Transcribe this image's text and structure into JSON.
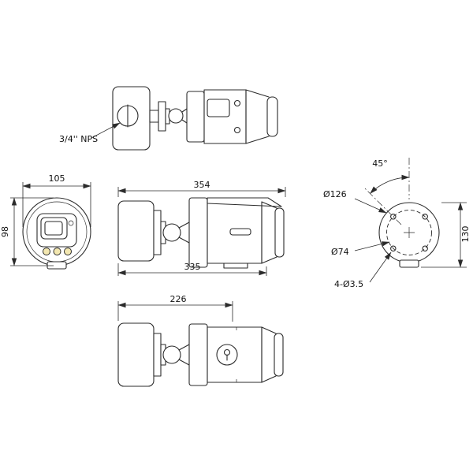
{
  "colors": {
    "line": "#2b2b2b",
    "background": "#ffffff",
    "led_fill": "#f3e7b0"
  },
  "top_view": {
    "thread_label": "3/4'' NPS"
  },
  "front_view": {
    "width": "105",
    "height": "98"
  },
  "side_view": {
    "overall_length": "354",
    "lower_length": "335"
  },
  "bottom_view": {
    "length": "226"
  },
  "rear_view": {
    "angle": "45°",
    "outer_diameter": "Ø126",
    "bolt_circle": "Ø74",
    "holes": "4-Ø3.5",
    "height": "130"
  }
}
